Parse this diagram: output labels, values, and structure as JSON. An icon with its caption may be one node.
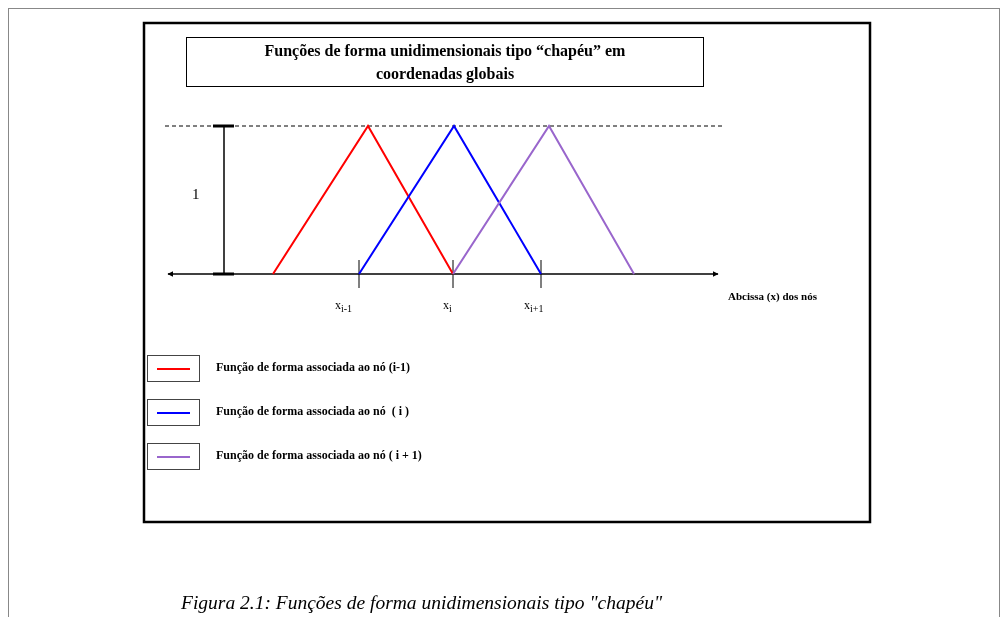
{
  "diagram": {
    "title": "Funções de forma unidimensionais tipo “chapéu” em coordenadas globais",
    "caption": "Figura 2.1: Funções de forma unidimensionais tipo \"chapéu\"",
    "labels": [
      "1",
      "x$_{i-1}$",
      "x$_{i}$",
      "x$_{i+1}$",
      "Abcissa (x) dos nós"
    ],
    "legend": [
      {
        "text": "Função de forma associada ao nó (i-1)",
        "color": "#ff0000"
      },
      {
        "text": "Função de forma associada ao nó  ( i )",
        "color": "#0000ff"
      },
      {
        "text": "Função de forma associada ao nó ( i + 1)",
        "color": "#9966cc"
      }
    ]
  }
}
